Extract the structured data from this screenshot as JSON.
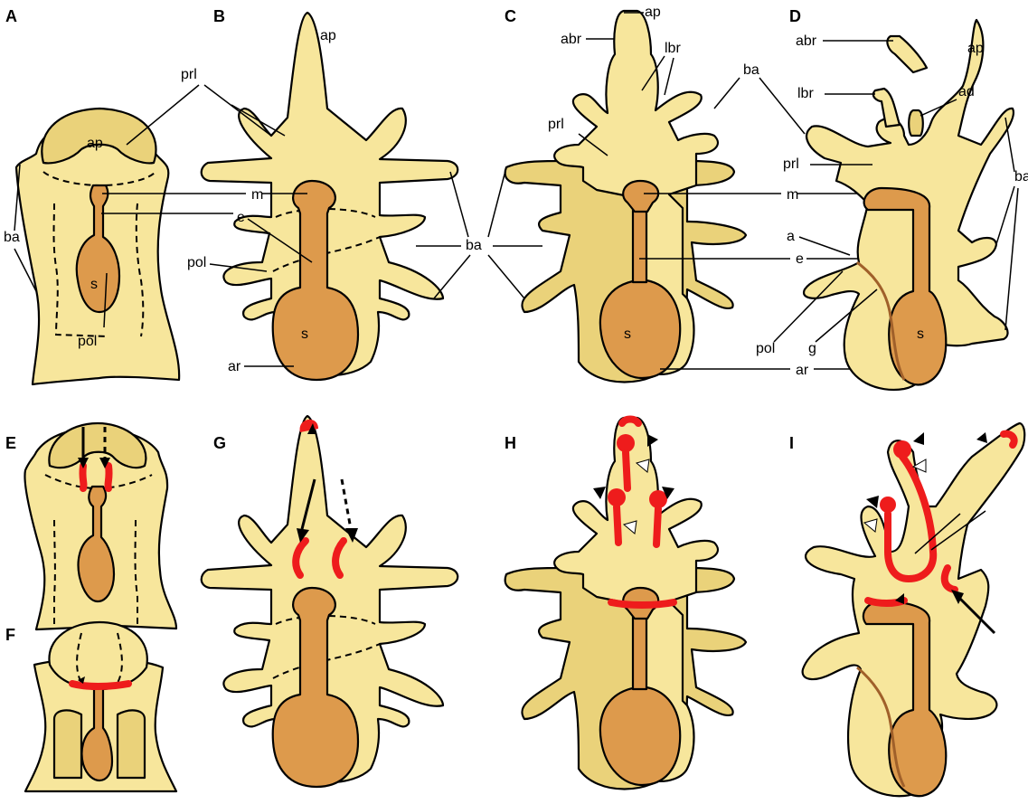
{
  "panels": [
    "A",
    "B",
    "C",
    "D",
    "E",
    "F",
    "G",
    "H",
    "I"
  ],
  "labels": {
    "ap": "ap",
    "prl": "prl",
    "ba": "ba",
    "m": "m",
    "e": "e",
    "s": "s",
    "pol": "pol",
    "ar": "ar",
    "abr": "abr",
    "lbr": "lbr",
    "ad": "ad",
    "a": "a",
    "g": "g"
  },
  "colors": {
    "body": "#f7e69c",
    "shade": "#ead27a",
    "gut": "#dd9a4c",
    "red": "#ee1c1c"
  }
}
